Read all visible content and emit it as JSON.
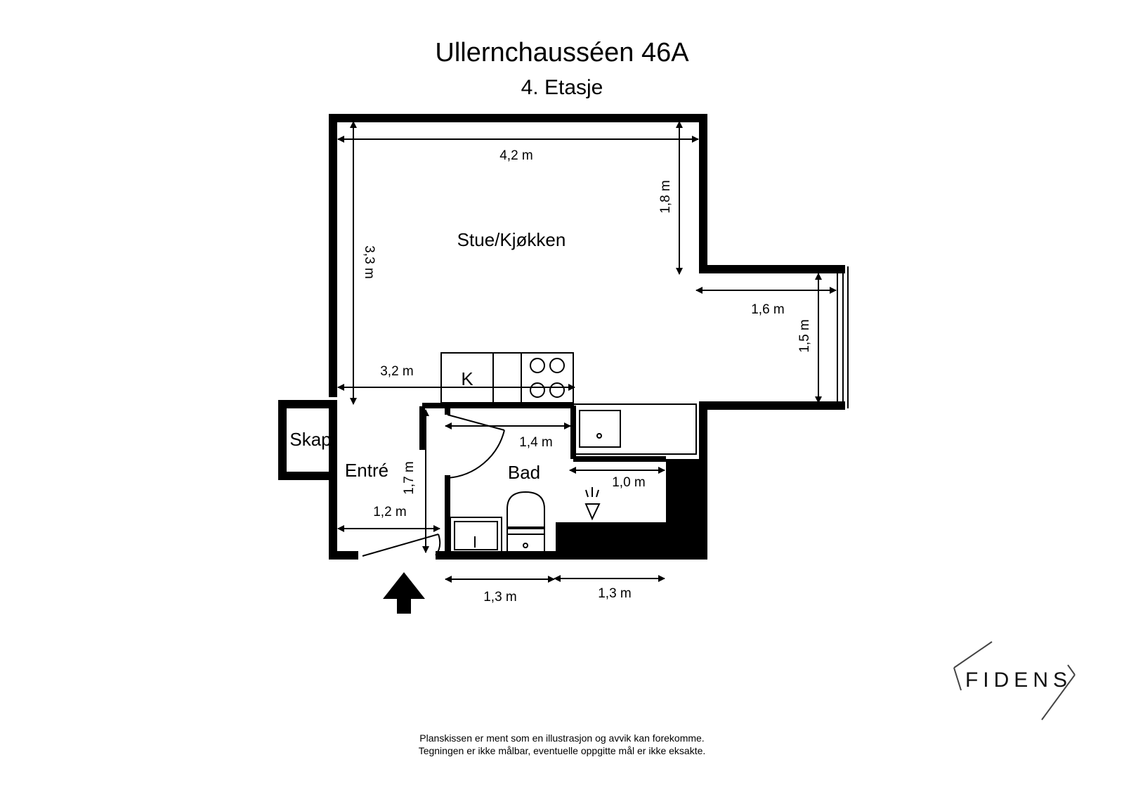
{
  "title": "Ullernchausséen 46A",
  "subtitle": "4. Etasje",
  "rooms": {
    "living": "Stue/Kjøkken",
    "storage": "Skap",
    "entrance": "Entré",
    "bathroom": "Bad",
    "kitchen_marker": "K"
  },
  "dimensions": {
    "top_width": "4,2 m",
    "right_upper_height": "1,8 m",
    "left_height": "3,3 m",
    "alcove_width": "1,6 m",
    "alcove_height": "1,5 m",
    "kitchen_width": "3,2 m",
    "bath_width": "1,4 m",
    "bath_right": "1,0 m",
    "entrance_height": "1,7 m",
    "entrance_width": "1,2 m",
    "bottom_left": "1,3 m",
    "bottom_right": "1,3 m"
  },
  "brand": "FIDENS",
  "disclaimer": {
    "line1": "Planskissen er ment som en illustrasjon og avvik kan forekomme.",
    "line2": "Tegningen er ikke målbar, eventuelle oppgitte mål er ikke eksakte."
  }
}
